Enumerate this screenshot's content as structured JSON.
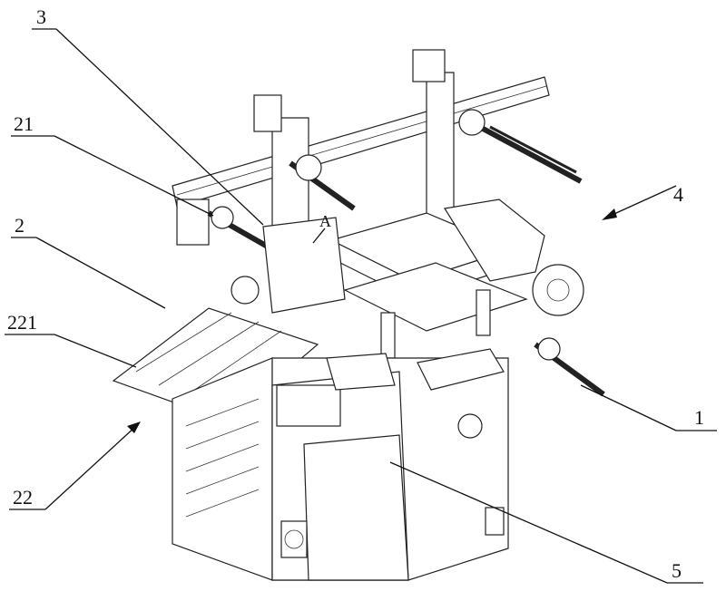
{
  "figure": {
    "callouts": [
      {
        "id": "label-3",
        "text": "3"
      },
      {
        "id": "label-21",
        "text": "21"
      },
      {
        "id": "label-2",
        "text": "2"
      },
      {
        "id": "label-221",
        "text": "221"
      },
      {
        "id": "label-22",
        "text": "22"
      },
      {
        "id": "label-4",
        "text": "4"
      },
      {
        "id": "label-1",
        "text": "1"
      },
      {
        "id": "label-5",
        "text": "5"
      },
      {
        "id": "label-A",
        "text": "A"
      }
    ]
  }
}
